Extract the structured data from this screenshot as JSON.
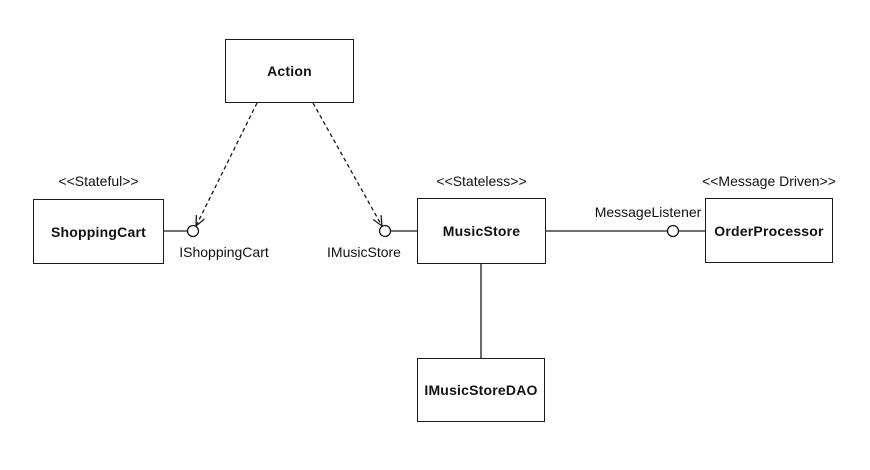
{
  "diagram": {
    "type": "uml-component-diagram",
    "colors": {
      "background": "#ffffff",
      "line": "#1a1a1a",
      "box_fill": "#ffffff",
      "text": "#111111"
    },
    "nodes": {
      "action": {
        "label": "Action"
      },
      "shopping_cart": {
        "stereotype": "<<Stateful>>",
        "label": "ShoppingCart"
      },
      "music_store": {
        "stereotype": "<<Stateless>>",
        "label": "MusicStore"
      },
      "order_processor": {
        "stereotype": "<<Message Driven>>",
        "label": "OrderProcessor"
      },
      "imusic_store_dao": {
        "label": "IMusicStoreDAO"
      }
    },
    "interfaces": {
      "ishopping_cart": {
        "label": "IShoppingCart"
      },
      "imusic_store": {
        "label": "IMusicStore"
      },
      "message_listener": {
        "label": "MessageListener"
      }
    },
    "relations": {
      "action_uses_ishopping_cart": "dashed-dependency",
      "action_uses_imusic_store": "dashed-dependency",
      "music_store_to_order_processor": "solid-via-lollipop",
      "music_store_to_dao": "solid"
    }
  }
}
